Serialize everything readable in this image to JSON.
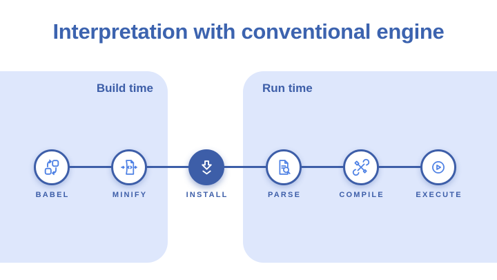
{
  "title": "Interpretation with conventional engine",
  "panels": [
    {
      "id": "build",
      "label": "Build time"
    },
    {
      "id": "run",
      "label": "Run time"
    }
  ],
  "pipeline": [
    {
      "label": "BABEL",
      "icon": "transform-icon",
      "stage": "build",
      "emphasized": false
    },
    {
      "label": "MINIFY",
      "icon": "minify-document-icon",
      "stage": "build",
      "emphasized": false
    },
    {
      "label": "INSTALL",
      "icon": "download-icon",
      "stage": "between",
      "emphasized": true
    },
    {
      "label": "PARSE",
      "icon": "document-search-icon",
      "stage": "run",
      "emphasized": false
    },
    {
      "label": "COMPILE",
      "icon": "tools-icon",
      "stage": "run",
      "emphasized": false
    },
    {
      "label": "EXECUTE",
      "icon": "play-icon",
      "stage": "run",
      "emphasized": false
    }
  ],
  "colors": {
    "background": "#FFFFFF",
    "title_text": "#3C63AF",
    "accent_dark": "#3D5EA8",
    "icon_blue": "#4D80E4",
    "panel_bg": "#DEE7FC",
    "node_fill": "#FFFFFF",
    "install_icon": "#FFFFFF"
  }
}
